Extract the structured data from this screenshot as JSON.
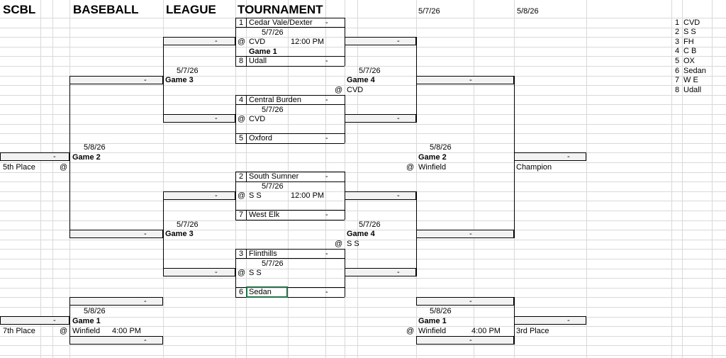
{
  "header": {
    "h1": "SCBL",
    "h2": "BASEBALL",
    "h3": "LEAGUE",
    "h4": "TOURNAMENT",
    "date1": "5/7/26",
    "date2": "5/8/26"
  },
  "seeds": [
    {
      "n": "1",
      "team": "CVD"
    },
    {
      "n": "2",
      "team": "S S"
    },
    {
      "n": "3",
      "team": "FH"
    },
    {
      "n": "4",
      "team": "C B"
    },
    {
      "n": "5",
      "team": "OX"
    },
    {
      "n": "6",
      "team": "Sedan"
    },
    {
      "n": "7",
      "team": "W E"
    },
    {
      "n": "8",
      "team": "Udall"
    }
  ],
  "top": {
    "m1": {
      "seedA": "1",
      "teamA": "Cedar Vale/Dexter",
      "date": "5/7/26",
      "at": "@",
      "loc": "CVD",
      "time": "12:00 PM",
      "game": "Game 1",
      "seedB": "8",
      "teamB": "Udall"
    },
    "m2": {
      "seedA": "4",
      "teamA": "Central Burden",
      "date": "5/7/26",
      "at": "@",
      "loc": "CVD",
      "seedB": "5",
      "teamB": "Oxford"
    },
    "g3": {
      "date": "5/7/26",
      "game": "Game 3"
    },
    "g4": {
      "date": "5/7/26",
      "game": "Game 4",
      "at": "@",
      "loc": "CVD"
    }
  },
  "bottom": {
    "m1": {
      "seedA": "2",
      "teamA": "South Sumner",
      "date": "5/7/26",
      "at": "@",
      "loc": "S S",
      "time": "12:00 PM",
      "seedB": "7",
      "teamB": "West Elk"
    },
    "m2": {
      "seedA": "3",
      "teamA": "Flinthills",
      "date": "5/7/26",
      "at": "@",
      "loc": "S S",
      "seedB": "6",
      "teamB": "Sedan"
    },
    "g3": {
      "date": "5/7/26",
      "game": "Game 3"
    },
    "g4": {
      "date": "5/7/26",
      "game": "Game 4",
      "at": "@",
      "loc": "S S"
    }
  },
  "left": {
    "g2": {
      "date": "5/8/26",
      "game": "Game 2",
      "at": "@",
      "place": "5th Place"
    },
    "g1": {
      "date": "5/8/26",
      "game": "Game 1",
      "at": "@",
      "loc": "Winfield",
      "time": "4:00 PM",
      "place": "7th Place"
    }
  },
  "right": {
    "g2": {
      "date": "5/8/26",
      "game": "Game 2",
      "at": "@",
      "loc": "Winfield",
      "place": "Champion"
    },
    "g1": {
      "date": "5/8/26",
      "game": "Game 1",
      "at": "@",
      "loc": "Winfield",
      "time": "4:00 PM",
      "place": "3rd Place"
    }
  },
  "score": "-"
}
